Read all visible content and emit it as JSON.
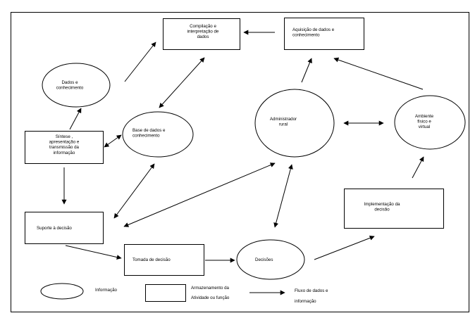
{
  "nodes": {
    "dados_conhecimento": [
      "Dados e",
      "conhecimento"
    ],
    "sintese": [
      "Síntese ,",
      "apresentação e",
      "transmissão da",
      "informação"
    ],
    "compilacao": [
      "Compilação e",
      "interpretação de",
      "dados"
    ],
    "aquisicao": [
      "Aquisição de dados e",
      "conhecimento"
    ],
    "base_dados": [
      "Base de dados e",
      "conhecimento"
    ],
    "administrador": [
      "Administrador",
      "rural"
    ],
    "ambiente": [
      "Ambiente",
      "físico e",
      "virtual"
    ],
    "suporte": [
      "Suporte à decisão"
    ],
    "tomada": [
      "Tomada de decisão"
    ],
    "decisoes": [
      "Decisões"
    ],
    "implementacao": [
      "Implementação da",
      "decisão"
    ]
  },
  "legend": {
    "ellipse_label": [
      "Informação"
    ],
    "rectangle_label": [
      "Armazenamento da",
      "Atividade ou função"
    ],
    "arrow_label": [
      "Fluxo de dados e",
      "informação"
    ]
  }
}
